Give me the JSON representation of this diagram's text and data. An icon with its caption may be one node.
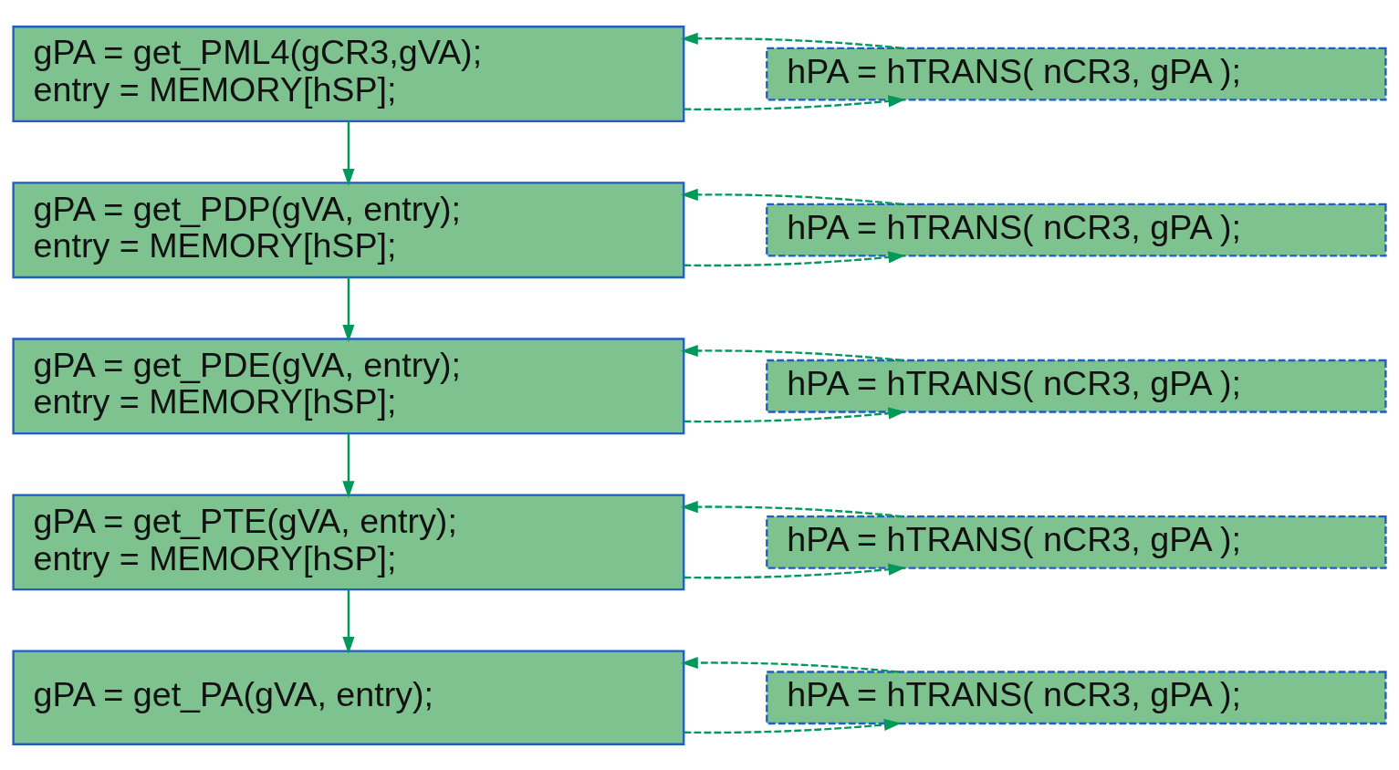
{
  "diagram": {
    "nodes": [
      {
        "text": [
          "gPA = get_PML4(gCR3,gVA);",
          "entry = MEMORY[hSP];"
        ]
      },
      {
        "text": [
          "hPA = hTRANS( nCR3, gPA );"
        ]
      },
      {
        "text": [
          "gPA = get_PDP(gVA, entry);",
          "entry = MEMORY[hSP];"
        ]
      },
      {
        "text": [
          "hPA = hTRANS( nCR3, gPA );"
        ]
      },
      {
        "text": [
          "gPA = get_PDE(gVA, entry);",
          "entry = MEMORY[hSP];"
        ]
      },
      {
        "text": [
          "hPA = hTRANS( nCR3, gPA );"
        ]
      },
      {
        "text": [
          "gPA = get_PTE(gVA, entry);",
          "entry = MEMORY[hSP];"
        ]
      },
      {
        "text": [
          "hPA = hTRANS( nCR3, gPA );"
        ]
      },
      {
        "text": [
          "gPA = get_PA(gVA, entry);"
        ]
      },
      {
        "text": [
          "hPA = hTRANS( nCR3, gPA );"
        ]
      }
    ],
    "edges": [
      {
        "from": 0,
        "to": 1,
        "arrow": "to",
        "style": "dashed"
      },
      {
        "from": 1,
        "to": 0,
        "arrow": "to",
        "style": "dashed"
      },
      {
        "from": 0,
        "to": 2,
        "arrow": "to"
      },
      {
        "from": 2,
        "to": 3,
        "arrow": "to",
        "style": "dashed"
      },
      {
        "from": 3,
        "to": 2,
        "arrow": "to",
        "style": "dashed"
      },
      {
        "from": 2,
        "to": 4,
        "arrow": "to"
      },
      {
        "from": 4,
        "to": 5,
        "arrow": "to",
        "style": "dashed"
      },
      {
        "from": 5,
        "to": 4,
        "arrow": "to",
        "style": "dashed"
      },
      {
        "from": 4,
        "to": 6,
        "arrow": "to"
      },
      {
        "from": 6,
        "to": 7,
        "arrow": "to",
        "style": "dashed"
      },
      {
        "from": 7,
        "to": 6,
        "arrow": "to",
        "style": "dashed"
      },
      {
        "from": 6,
        "to": 8,
        "arrow": "to"
      },
      {
        "from": 8,
        "to": 9,
        "arrow": "to",
        "style": "dashed"
      },
      {
        "from": 9,
        "to": 8,
        "arrow": "to",
        "style": "dashed"
      }
    ]
  }
}
